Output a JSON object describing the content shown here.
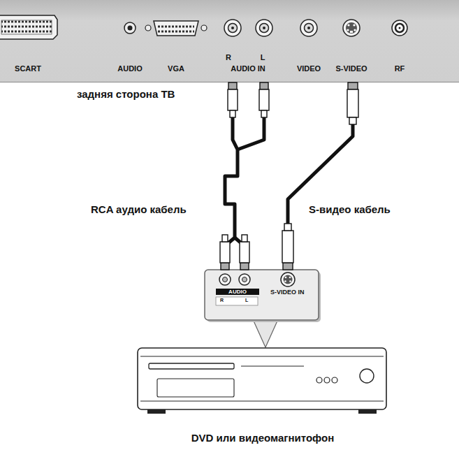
{
  "diagram": {
    "nodes": [
      {
        "text": [
          "задняя сторона ТВ"
        ]
      },
      {
        "text": [
          "AUDIO",
          "R",
          "L",
          "S-VIDEO IN"
        ]
      },
      {
        "text": [
          "DVD или видеомагнитофон"
        ]
      }
    ],
    "edges": [
      {
        "from": 1,
        "to": 0,
        "arrow": "none",
        "label": "RCA аудио кабель"
      },
      {
        "from": 1,
        "to": 0,
        "arrow": "none",
        "label": "S-видео кабель"
      }
    ],
    "labels": [
      "SCART",
      "AUDIO",
      "VGA",
      "R",
      "L",
      "AUDIO IN",
      "VIDEO",
      "S-VIDEO",
      "RF"
    ]
  }
}
